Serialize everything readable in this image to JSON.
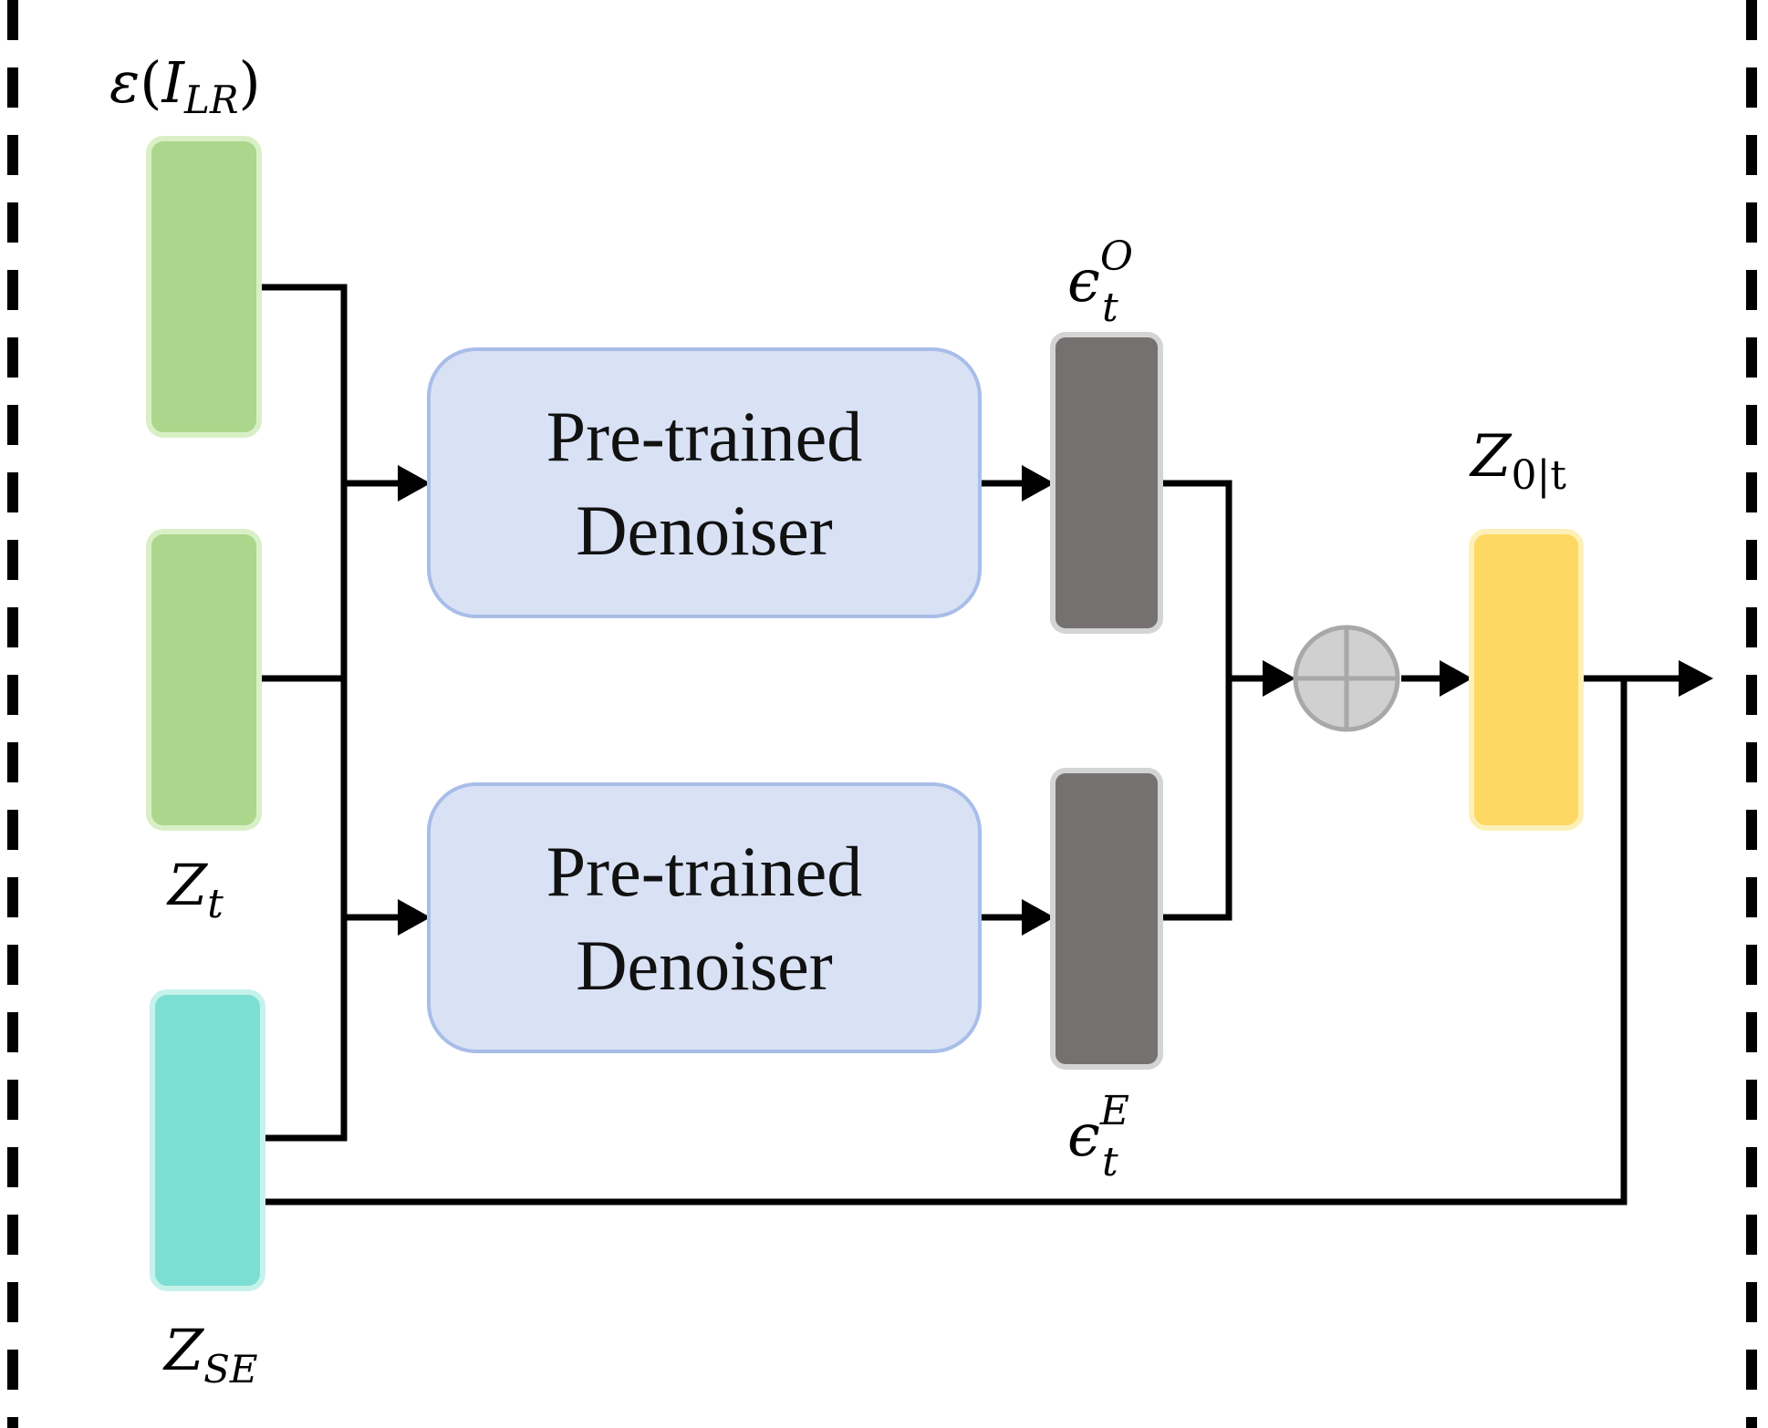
{
  "inputs": {
    "enc_lr": {
      "symbol": "ε",
      "paren_open": "(",
      "base": "I",
      "sub": "LR",
      "paren_close": ")",
      "color": "#acd68c",
      "border": "#d9f0c6"
    },
    "zt": {
      "base": "Z",
      "sub": "t",
      "color": "#acd68c",
      "border": "#d9f0c6"
    },
    "zse": {
      "base": "Z",
      "sub": "SE",
      "color": "#7ddfd3",
      "border": "#c6f2ec"
    }
  },
  "denoisers": [
    {
      "line1": "Pre-trained",
      "line2": "Denoiser"
    },
    {
      "line1": "Pre-trained",
      "line2": "Denoiser"
    }
  ],
  "denoiser_style": {
    "fill": "#d9e2f5",
    "stroke": "#a8bde8"
  },
  "noise_outputs": {
    "top": {
      "base": "ϵ",
      "sub": "t",
      "sup": "O"
    },
    "bottom": {
      "base": "ϵ",
      "sub": "t",
      "sup": "E"
    },
    "color": "#757170",
    "border": "#d4d4d4"
  },
  "sum_node": {
    "color": "#d0d0d0",
    "stroke": "#a8a8a8"
  },
  "result": {
    "base": "Z",
    "sub": "0|t",
    "color": "#fdd862",
    "border": "#fdf0b8"
  }
}
